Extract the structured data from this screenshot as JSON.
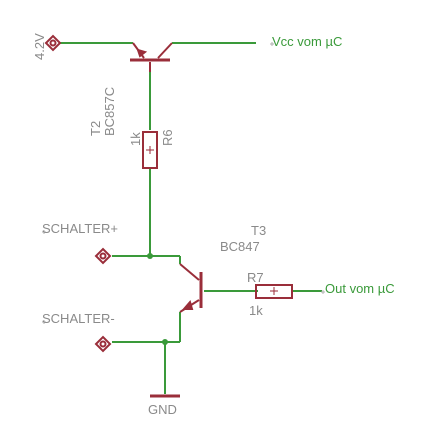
{
  "labels": {
    "supply_voltage": "4.2V",
    "vcc_net": "Vcc vom µC",
    "t2_name": "T2",
    "t2_type": "BC857C",
    "r6_value": "1k",
    "r6_name": "R6",
    "schalter_plus": "SCHALTER+",
    "schalter_minus": "SCHALTER-",
    "t3_name": "T3",
    "t3_type": "BC847",
    "r7_name": "R7",
    "r7_value": "1k",
    "out_net": "Out vom µC",
    "gnd": "GND"
  },
  "colors": {
    "wire": "#3a9a3a",
    "component": "#9a2e3a",
    "text": "#8a8a8a"
  }
}
